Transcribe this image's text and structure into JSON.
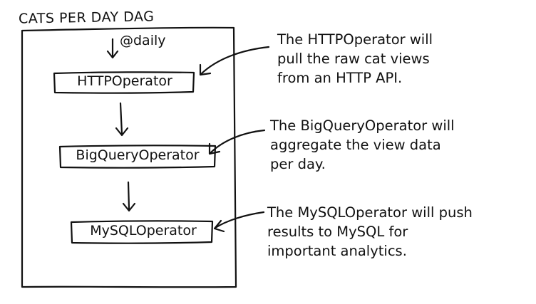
{
  "title": "CATS PER DAY DAG",
  "schedule": "@daily",
  "nodes": [
    {
      "label": "HTTPOperator"
    },
    {
      "label": "BigQueryOperator"
    },
    {
      "label": "MySQLOperator"
    }
  ],
  "notes": [
    {
      "lines": [
        "The HTTPOperator will",
        "pull the raw cat views",
        "from an HTTP API."
      ]
    },
    {
      "lines": [
        "The BigQueryOperator will",
        "aggregate the view data",
        "per day."
      ]
    },
    {
      "lines": [
        "The MySQLOperator will push",
        "results to MySQL for",
        "important analytics."
      ]
    }
  ],
  "colors": {
    "ink": "#111111",
    "paper": "#ffffff"
  }
}
